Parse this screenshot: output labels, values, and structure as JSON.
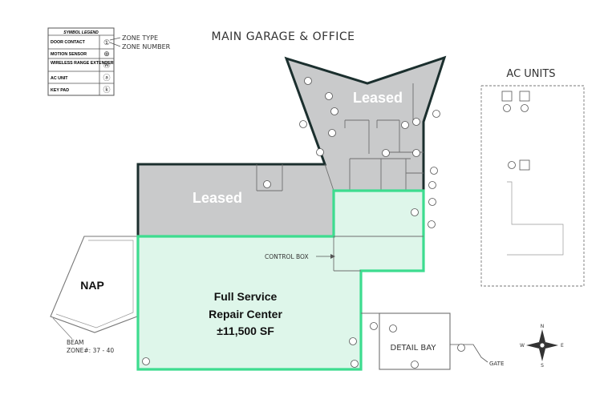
{
  "title": "MAIN GARAGE & OFFICE",
  "legend": {
    "title": "SYMBOL LEGEND",
    "rows": [
      {
        "label": "DOOR CONTACT",
        "symbol": "①"
      },
      {
        "label": "MOTION SENSOR",
        "symbol": "⊕"
      },
      {
        "label": "WIRELESS RANGE EXTENDER",
        "symbol": "Ⓦ"
      },
      {
        "label": "AC UNIT",
        "symbol": "ⓐ"
      },
      {
        "label": "KEY PAD",
        "symbol": "ⓚ"
      }
    ],
    "annotations": {
      "zone_type": "ZONE TYPE",
      "zone_number": "ZONE NUMBER"
    }
  },
  "areas": {
    "leased_top": "Leased",
    "leased_left": "Leased",
    "repair_center": {
      "line1": "Full Service",
      "line2": "Repair Center",
      "line3": "±11,500 SF"
    },
    "nap": "NAP"
  },
  "labels": {
    "ac_units": "AC UNITS",
    "control_box": "CONTROL BOX",
    "detail_bay": "DETAIL BAY",
    "gate": "GATE",
    "beam": "BEAM",
    "zone_range": "ZONE#: 37 - 40"
  },
  "compass": {
    "n": "N",
    "s": "S",
    "e": "E",
    "w": "W"
  },
  "colors": {
    "leased_fill": "#c9cacb",
    "leased_border": "#1b2f2e",
    "repair_fill": "#def6ea",
    "repair_border": "#3ddc8f",
    "line": "#6f6f6f"
  }
}
